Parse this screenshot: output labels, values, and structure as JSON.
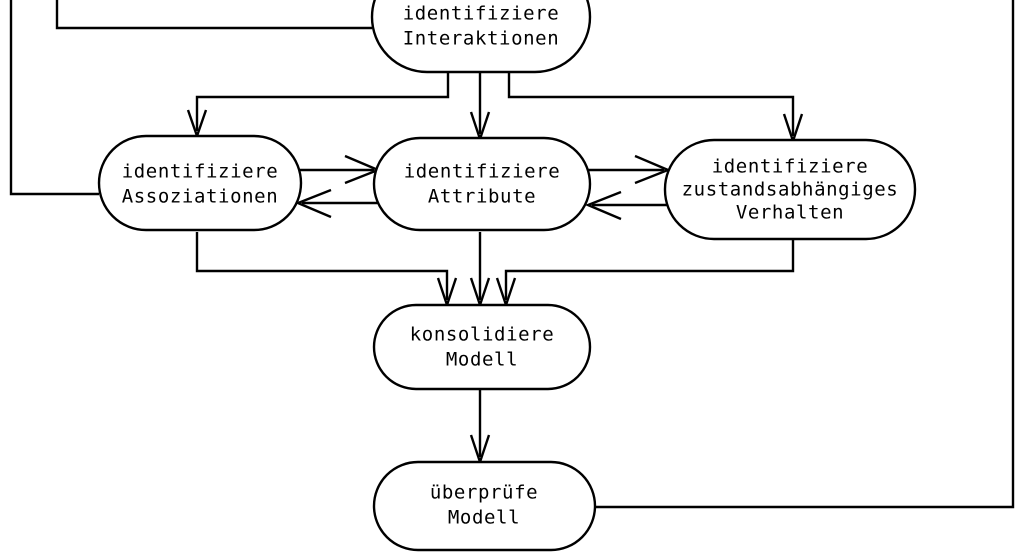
{
  "diagram": {
    "type": "flowchart",
    "title": "",
    "background_color": "#ffffff",
    "line_color": "#000000",
    "node_fill": "#ffffff",
    "nodes": [
      {
        "id": "interaktionen",
        "name": "identify-interactions",
        "lines": [
          "identifiziere",
          "Interaktionen"
        ],
        "line1": "identifiziere",
        "line2": "Interaktionen",
        "line3": ""
      },
      {
        "id": "assoziationen",
        "name": "identify-associations",
        "lines": [
          "identifiziere",
          "Assoziationen"
        ],
        "line1": "identifiziere",
        "line2": "Assoziationen",
        "line3": ""
      },
      {
        "id": "attribute",
        "name": "identify-attributes",
        "lines": [
          "identifiziere",
          "Attribute"
        ],
        "line1": "identifiziere",
        "line2": "Attribute",
        "line3": ""
      },
      {
        "id": "verhalten",
        "name": "identify-state-dependent-behaviour",
        "lines": [
          "identifiziere",
          "zustandsabhängiges",
          "Verhalten"
        ],
        "line1": "identifiziere",
        "line2": "zustandsabhängiges",
        "line3": "Verhalten"
      },
      {
        "id": "konsolidiere",
        "name": "consolidate-model",
        "lines": [
          "konsolidiere",
          "Modell"
        ],
        "line1": "konsolidiere",
        "line2": "Modell",
        "line3": ""
      },
      {
        "id": "ueberpruefe",
        "name": "verify-model",
        "lines": [
          "überprüfe",
          "Modell"
        ],
        "line1": "überprüfe",
        "line2": "Modell",
        "line3": ""
      }
    ],
    "edges": [
      {
        "from": "interaktionen",
        "to": "assoziationen",
        "arrow": "single"
      },
      {
        "from": "interaktionen",
        "to": "attribute",
        "arrow": "single"
      },
      {
        "from": "interaktionen",
        "to": "verhalten",
        "arrow": "single"
      },
      {
        "from": "assoziationen",
        "to": "attribute",
        "arrow": "single"
      },
      {
        "from": "attribute",
        "to": "assoziationen",
        "arrow": "single"
      },
      {
        "from": "attribute",
        "to": "verhalten",
        "arrow": "single"
      },
      {
        "from": "verhalten",
        "to": "attribute",
        "arrow": "single"
      },
      {
        "from": "assoziationen",
        "to": "konsolidiere",
        "arrow": "single"
      },
      {
        "from": "attribute",
        "to": "konsolidiere",
        "arrow": "single"
      },
      {
        "from": "verhalten",
        "to": "konsolidiere",
        "arrow": "single"
      },
      {
        "from": "konsolidiere",
        "to": "ueberpruefe",
        "arrow": "single"
      },
      {
        "from": "ueberpruefe",
        "to": "interaktionen",
        "arrow": "none",
        "routing": "right-outer-loop"
      },
      {
        "from": "assoziationen",
        "to": "interaktionen",
        "arrow": "none",
        "routing": "left-outer-loop"
      }
    ]
  }
}
